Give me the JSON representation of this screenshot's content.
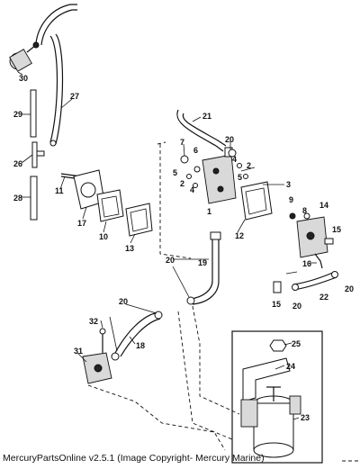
{
  "footer": "MercuryPartsOnline v2.5.1 (Image Copyright- Mercury Marine)",
  "callouts": {
    "c30": "30",
    "c27": "27",
    "c29": "29",
    "c26": "26",
    "c28": "28",
    "c11": "11",
    "c17": "17",
    "c10": "10",
    "c13": "13",
    "c21": "21",
    "c20a": "20",
    "c7": "7",
    "c6": "6",
    "c5": "5",
    "c2a": "2",
    "c4a": "4",
    "c4b": "4",
    "c2b": "2",
    "c5b": "5",
    "c1": "1",
    "c3": "3",
    "c12": "12",
    "c9": "9",
    "c8": "8",
    "c14": "14",
    "c15a": "15",
    "c16": "16",
    "c22": "22",
    "c20b": "20",
    "c20c": "20",
    "c15b": "15",
    "c20d": "20",
    "c19": "19",
    "c20e": "20",
    "c32": "32",
    "c31": "31",
    "c18": "18",
    "c25": "25",
    "c24": "24",
    "c23": "23"
  }
}
